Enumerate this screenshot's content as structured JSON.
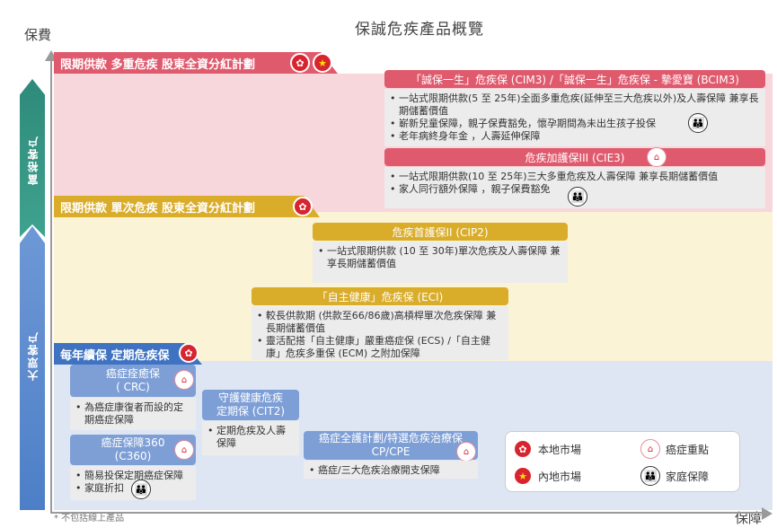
{
  "title": "保誠危疾產品概覽",
  "axis": {
    "y_label": "保費",
    "x_label": "保障"
  },
  "segments": {
    "wealthy": "富裕客户",
    "mass": "大眾客户"
  },
  "categories": {
    "c1": "限期供款 多重危疾 股東全資分紅計劃",
    "c2": "限期供款 單次危疾 股東全資分紅計劃",
    "c3": "每年續保 定期危疾保"
  },
  "products": {
    "bcim3": {
      "name": "「誠保一生」危疾保 (CIM3) /「誠保一生」危疾保 - 摯愛寶 (BCIM3)",
      "points": [
        "一站式限期供款(5 至 25年)全面多重危疾(延伸至三大危疾以外)及人壽保障 兼享長期儲蓄價值",
        "嶄新兒童保障，親子保費豁免，懷孕期間為未出生孩子投保",
        "老年病終身年金 ，人壽延伸保障"
      ]
    },
    "cie3": {
      "name": "危疾加護保III (CIE3)",
      "points": [
        "一站式限期供款(10 至 25年)三大多重危疾及人壽保障 兼享長期儲蓄價值",
        "家人同行額外保障 ，親子保費豁免"
      ]
    },
    "cip2": {
      "name": "危疾首護保II (CIP2)",
      "points": [
        "一站式限期供款 (10 至 30年)單次危疾及人壽保障 兼享長期儲蓄價值"
      ]
    },
    "eci": {
      "name": "「自主健康」危疾保 (ECI)",
      "points": [
        "較長供款期 (供款至66/86歲)高槓桿單次危疾保障 兼長期儲蓄價值",
        "靈活配搭「自主健康」嚴重癌症保 (ECS) /「自主健康」危疾多重保 (ECM) 之附加保障"
      ]
    },
    "crc": {
      "name1": "癌症痊癒保",
      "name2": "( CRC)",
      "points": [
        "為癌症康復者而設的定期癌症保障"
      ]
    },
    "c360": {
      "name1": "癌症保障360",
      "name2": "(C360)",
      "points": [
        "簡易投保定期癌症保障",
        "家庭折扣"
      ]
    },
    "cit2": {
      "name1": "守護健康危疾",
      "name2": "定期保 (CIT2)",
      "points": [
        "定期危疾及人壽保障"
      ]
    },
    "cp": {
      "name1": "癌症全護計劃/特選危疾治療保",
      "name2": "CP/CPE",
      "points": [
        "癌症/三大危疾治療開支保障"
      ]
    }
  },
  "legend": {
    "local": "本地市場",
    "cancer": "癌症重點",
    "mainland": "內地市場",
    "family": "家庭保障"
  },
  "icons": {
    "local": "hk-flag-icon",
    "mainland": "china-flag-icon",
    "cancer": "cancer-focus-icon",
    "family": "family-protection-icon"
  },
  "footnote": "* 不包括線上產品"
}
